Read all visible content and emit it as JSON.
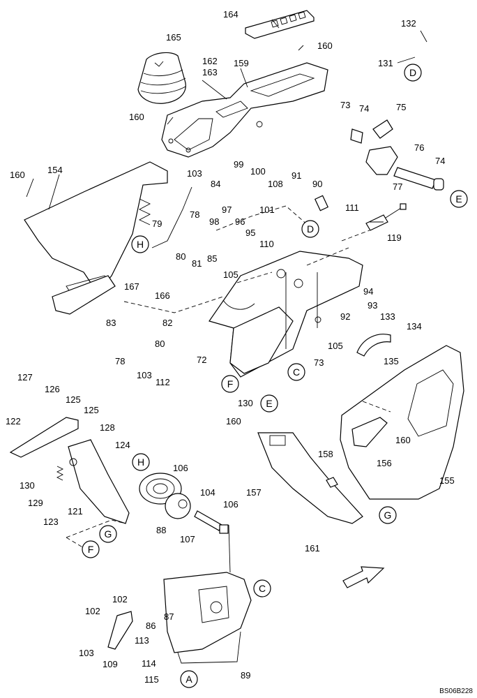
{
  "drawing_code": "BS06B228",
  "part_numbers": {
    "n164": "164",
    "n132": "132",
    "n165": "165",
    "n160a": "160",
    "n131": "131",
    "n162": "162",
    "n163": "163",
    "n159": "159",
    "n160b": "160",
    "n73a": "73",
    "n74a": "74",
    "n75": "75",
    "n76": "76",
    "n74b": "74",
    "n77": "77",
    "n160c": "160",
    "n154": "154",
    "n103a": "103",
    "n84": "84",
    "n78a": "78",
    "n99": "99",
    "n100": "100",
    "n91": "91",
    "n90": "90",
    "n108": "108",
    "n97": "97",
    "n98": "98",
    "n96": "96",
    "n95": "95",
    "n101": "101",
    "n110": "110",
    "n79": "79",
    "n111": "111",
    "n119": "119",
    "n80a": "80",
    "n81": "81",
    "n85": "85",
    "n167": "167",
    "n166": "166",
    "n105a": "105",
    "n94": "94",
    "n93": "93",
    "n92": "92",
    "n133": "133",
    "n134": "134",
    "n105b": "105",
    "n83": "83",
    "n82": "82",
    "n80b": "80",
    "n78b": "78",
    "n103b": "103",
    "n112": "112",
    "n72": "72",
    "n73b": "73",
    "n135": "135",
    "n130a": "130",
    "n127": "127",
    "n126": "126",
    "n125a": "125",
    "n125b": "125",
    "n128": "128",
    "n122": "122",
    "n124": "124",
    "n130b": "130",
    "n129": "129",
    "n123": "123",
    "n121": "121",
    "n106a": "106",
    "n88": "88",
    "n104": "104",
    "n106b": "106",
    "n107": "107",
    "n160d": "160",
    "n160e": "160",
    "n158": "158",
    "n156": "156",
    "n155": "155",
    "n157": "157",
    "n161": "161",
    "n102a": "102",
    "n102b": "102",
    "n87": "87",
    "n86": "86",
    "n103c": "103",
    "n109": "109",
    "n113": "113",
    "n114": "114",
    "n115": "115",
    "n89": "89"
  },
  "reference_markers": {
    "D_top": "D",
    "E_right": "E",
    "H_left": "H",
    "D_mid": "D",
    "C_mid": "C",
    "F_mid": "F",
    "E_mid": "E",
    "H_lower": "H",
    "G_left": "G",
    "F_left": "F",
    "G_right": "G",
    "C_lower": "C",
    "A_bottom": "A"
  }
}
